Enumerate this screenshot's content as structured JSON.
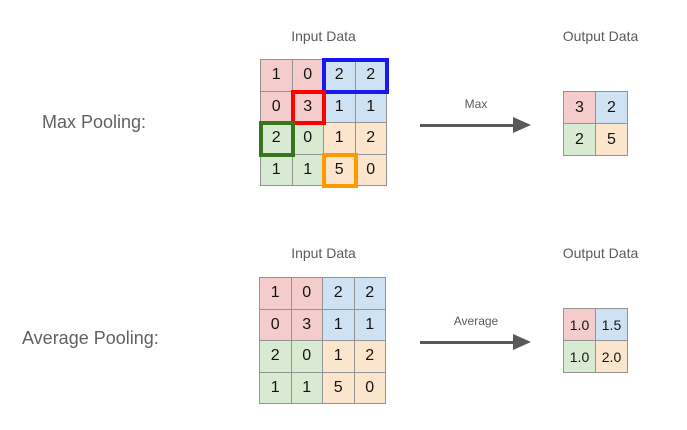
{
  "colors": {
    "pink": "#f4cccc",
    "blue": "#cfe2f3",
    "green": "#d9ead3",
    "orange": "#fce5cd",
    "outline_blue": "#1717f0",
    "outline_red": "#fe0000",
    "outline_green": "#38761d",
    "outline_orange": "#ff9900",
    "grid_border": "#949494",
    "arrow": "#58595b",
    "label_text": "#616161",
    "cell_text": "#141414"
  },
  "sections": [
    {
      "row_label": "Max Pooling:",
      "input_title": "Input Data",
      "output_title": "Output Data",
      "arrow_label": "Max",
      "input_grid": {
        "values": [
          [
            "1",
            "0",
            "2",
            "2"
          ],
          [
            "0",
            "3",
            "1",
            "1"
          ],
          [
            "2",
            "0",
            "1",
            "2"
          ],
          [
            "1",
            "1",
            "5",
            "0"
          ]
        ],
        "cell_colors": [
          [
            "pink",
            "pink",
            "blue",
            "blue"
          ],
          [
            "pink",
            "pink",
            "blue",
            "blue"
          ],
          [
            "green",
            "green",
            "orange",
            "orange"
          ],
          [
            "green",
            "green",
            "orange",
            "orange"
          ]
        ],
        "highlights": [
          {
            "row": 0,
            "col": 2,
            "rowspan": 1,
            "colspan": 2,
            "color": "outline_blue"
          },
          {
            "row": 1,
            "col": 1,
            "rowspan": 1,
            "colspan": 1,
            "color": "outline_red"
          },
          {
            "row": 2,
            "col": 0,
            "rowspan": 1,
            "colspan": 1,
            "color": "outline_green"
          },
          {
            "row": 3,
            "col": 2,
            "rowspan": 1,
            "colspan": 1,
            "color": "outline_orange"
          }
        ]
      },
      "output_grid": {
        "values": [
          [
            "3",
            "2"
          ],
          [
            "2",
            "5"
          ]
        ],
        "cell_colors": [
          [
            "pink",
            "blue"
          ],
          [
            "green",
            "orange"
          ]
        ],
        "highlights": []
      }
    },
    {
      "row_label": "Average Pooling:",
      "input_title": "Input Data",
      "output_title": "Output Data",
      "arrow_label": "Average",
      "input_grid": {
        "values": [
          [
            "1",
            "0",
            "2",
            "2"
          ],
          [
            "0",
            "3",
            "1",
            "1"
          ],
          [
            "2",
            "0",
            "1",
            "2"
          ],
          [
            "1",
            "1",
            "5",
            "0"
          ]
        ],
        "cell_colors": [
          [
            "pink",
            "pink",
            "blue",
            "blue"
          ],
          [
            "pink",
            "pink",
            "blue",
            "blue"
          ],
          [
            "green",
            "green",
            "orange",
            "orange"
          ],
          [
            "green",
            "green",
            "orange",
            "orange"
          ]
        ],
        "highlights": []
      },
      "output_grid": {
        "values": [
          [
            "1.0",
            "1.5"
          ],
          [
            "1.0",
            "2.0"
          ]
        ],
        "cell_colors": [
          [
            "pink",
            "blue"
          ],
          [
            "green",
            "orange"
          ]
        ],
        "highlights": []
      }
    }
  ]
}
